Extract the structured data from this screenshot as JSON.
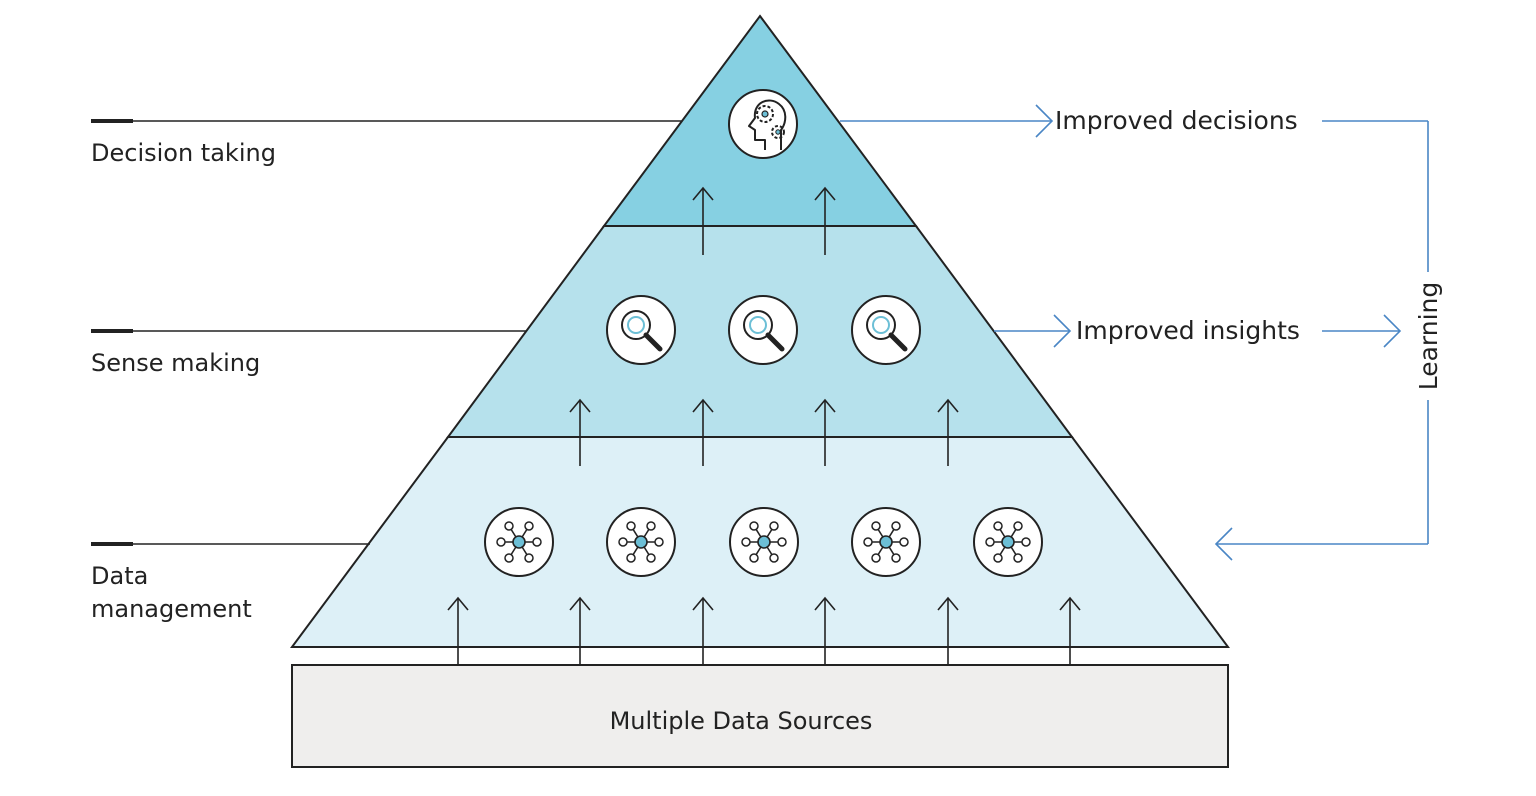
{
  "levels": {
    "top": {
      "label": "Decision taking",
      "outcome": "Improved decisions"
    },
    "middle": {
      "label": "Sense making",
      "outcome": "Improved insights"
    },
    "bottom": {
      "label_line1": "Data",
      "label_line2": "management"
    }
  },
  "base": {
    "label": "Multiple Data Sources"
  },
  "feedback": {
    "label": "Learning"
  },
  "icons": {
    "top": "brain-gears-icon",
    "middle": "magnifier-icon",
    "bottom": "network-hub-icon"
  },
  "colors": {
    "top_fill": "#86d0e2",
    "middle_fill": "#b6e1ec",
    "bottom_fill": "#ddf0f7",
    "base_fill": "#efeeed",
    "accent_blue": "#4a86c5",
    "line_dark": "#222222"
  }
}
